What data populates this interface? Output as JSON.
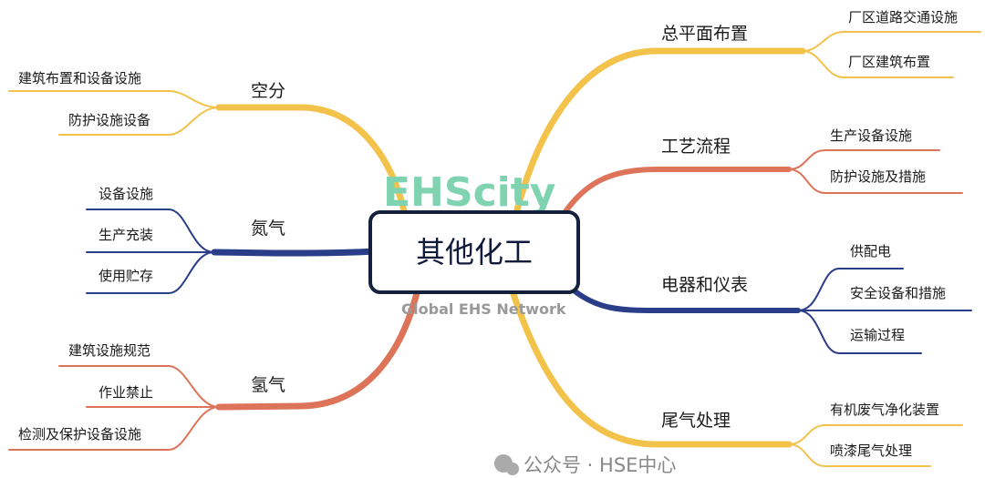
{
  "center": {
    "label": "其他化工"
  },
  "watermark": {
    "logo": "EHScity",
    "tagline": "Global EHS Network",
    "account": "公众号 · HSE中心"
  },
  "colors": {
    "yellow": "#f3c24a",
    "red": "#dd7358",
    "navy": "#2a3d88"
  },
  "left_branches": [
    {
      "label": "空分",
      "children": [
        "建筑布置和设备设施",
        "防护设施设备"
      ]
    },
    {
      "label": "氮气",
      "children": [
        "设备设施",
        "生产充装",
        "使用贮存"
      ]
    },
    {
      "label": "氢气",
      "children": [
        "建筑设施规范",
        "作业禁止",
        "检测及保护设备设施"
      ]
    }
  ],
  "right_branches": [
    {
      "label": "总平面布置",
      "children": [
        "厂区道路交通设施",
        "厂区建筑布置"
      ]
    },
    {
      "label": "工艺流程",
      "children": [
        "生产设备设施",
        "防护设施及措施"
      ]
    },
    {
      "label": "电器和仪表",
      "children": [
        "供配电",
        "安全设备和措施",
        "运输过程"
      ]
    },
    {
      "label": "尾气处理",
      "children": [
        "有机废气净化装置",
        "喷漆尾气处理"
      ]
    }
  ]
}
